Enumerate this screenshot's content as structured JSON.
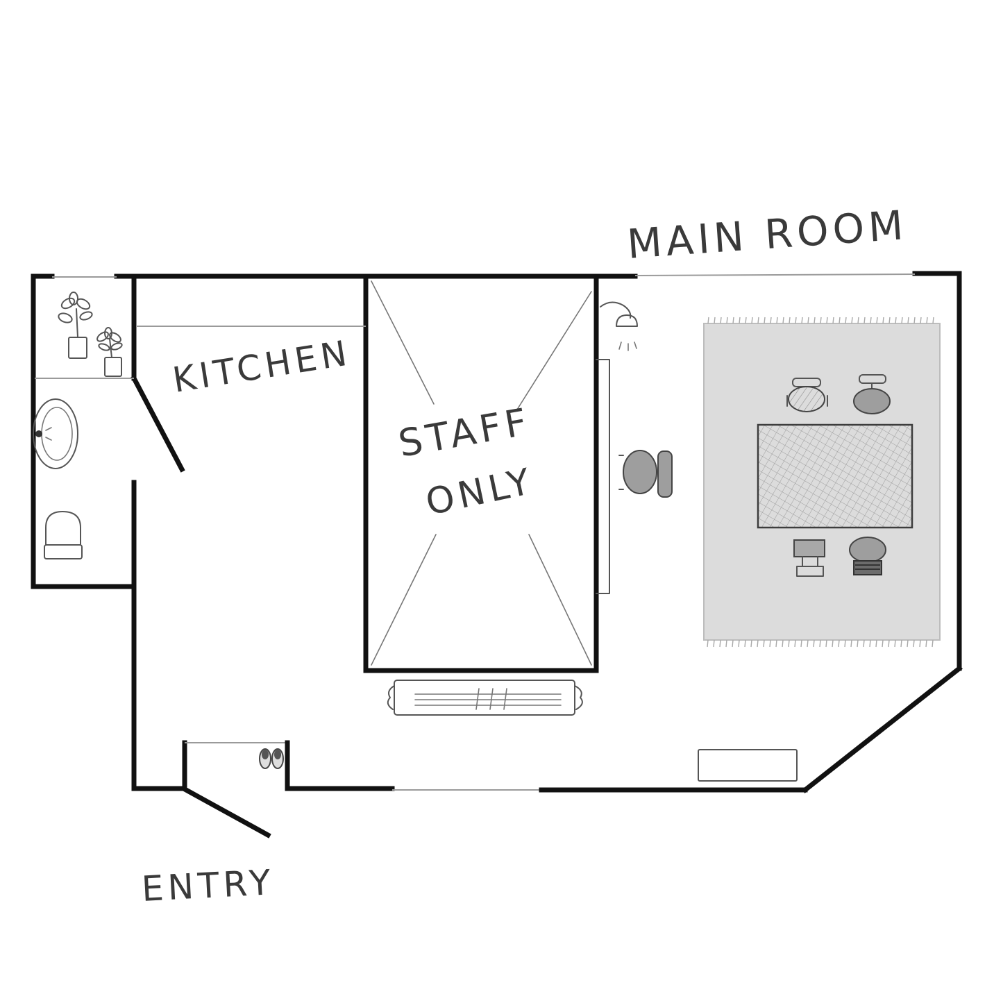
{
  "labels": {
    "main_room": "MAIN ROOM",
    "kitchen": "KITCHEN",
    "staff_line1": "STAFF",
    "staff_line2": "ONLY",
    "entry": "ENTRY"
  },
  "colors": {
    "wall": "#111111",
    "rug": "#dcdcdc",
    "furniture_fill": "#9e9e9e",
    "table_fill": "#d4d4d4",
    "text": "#3a3a3a"
  }
}
